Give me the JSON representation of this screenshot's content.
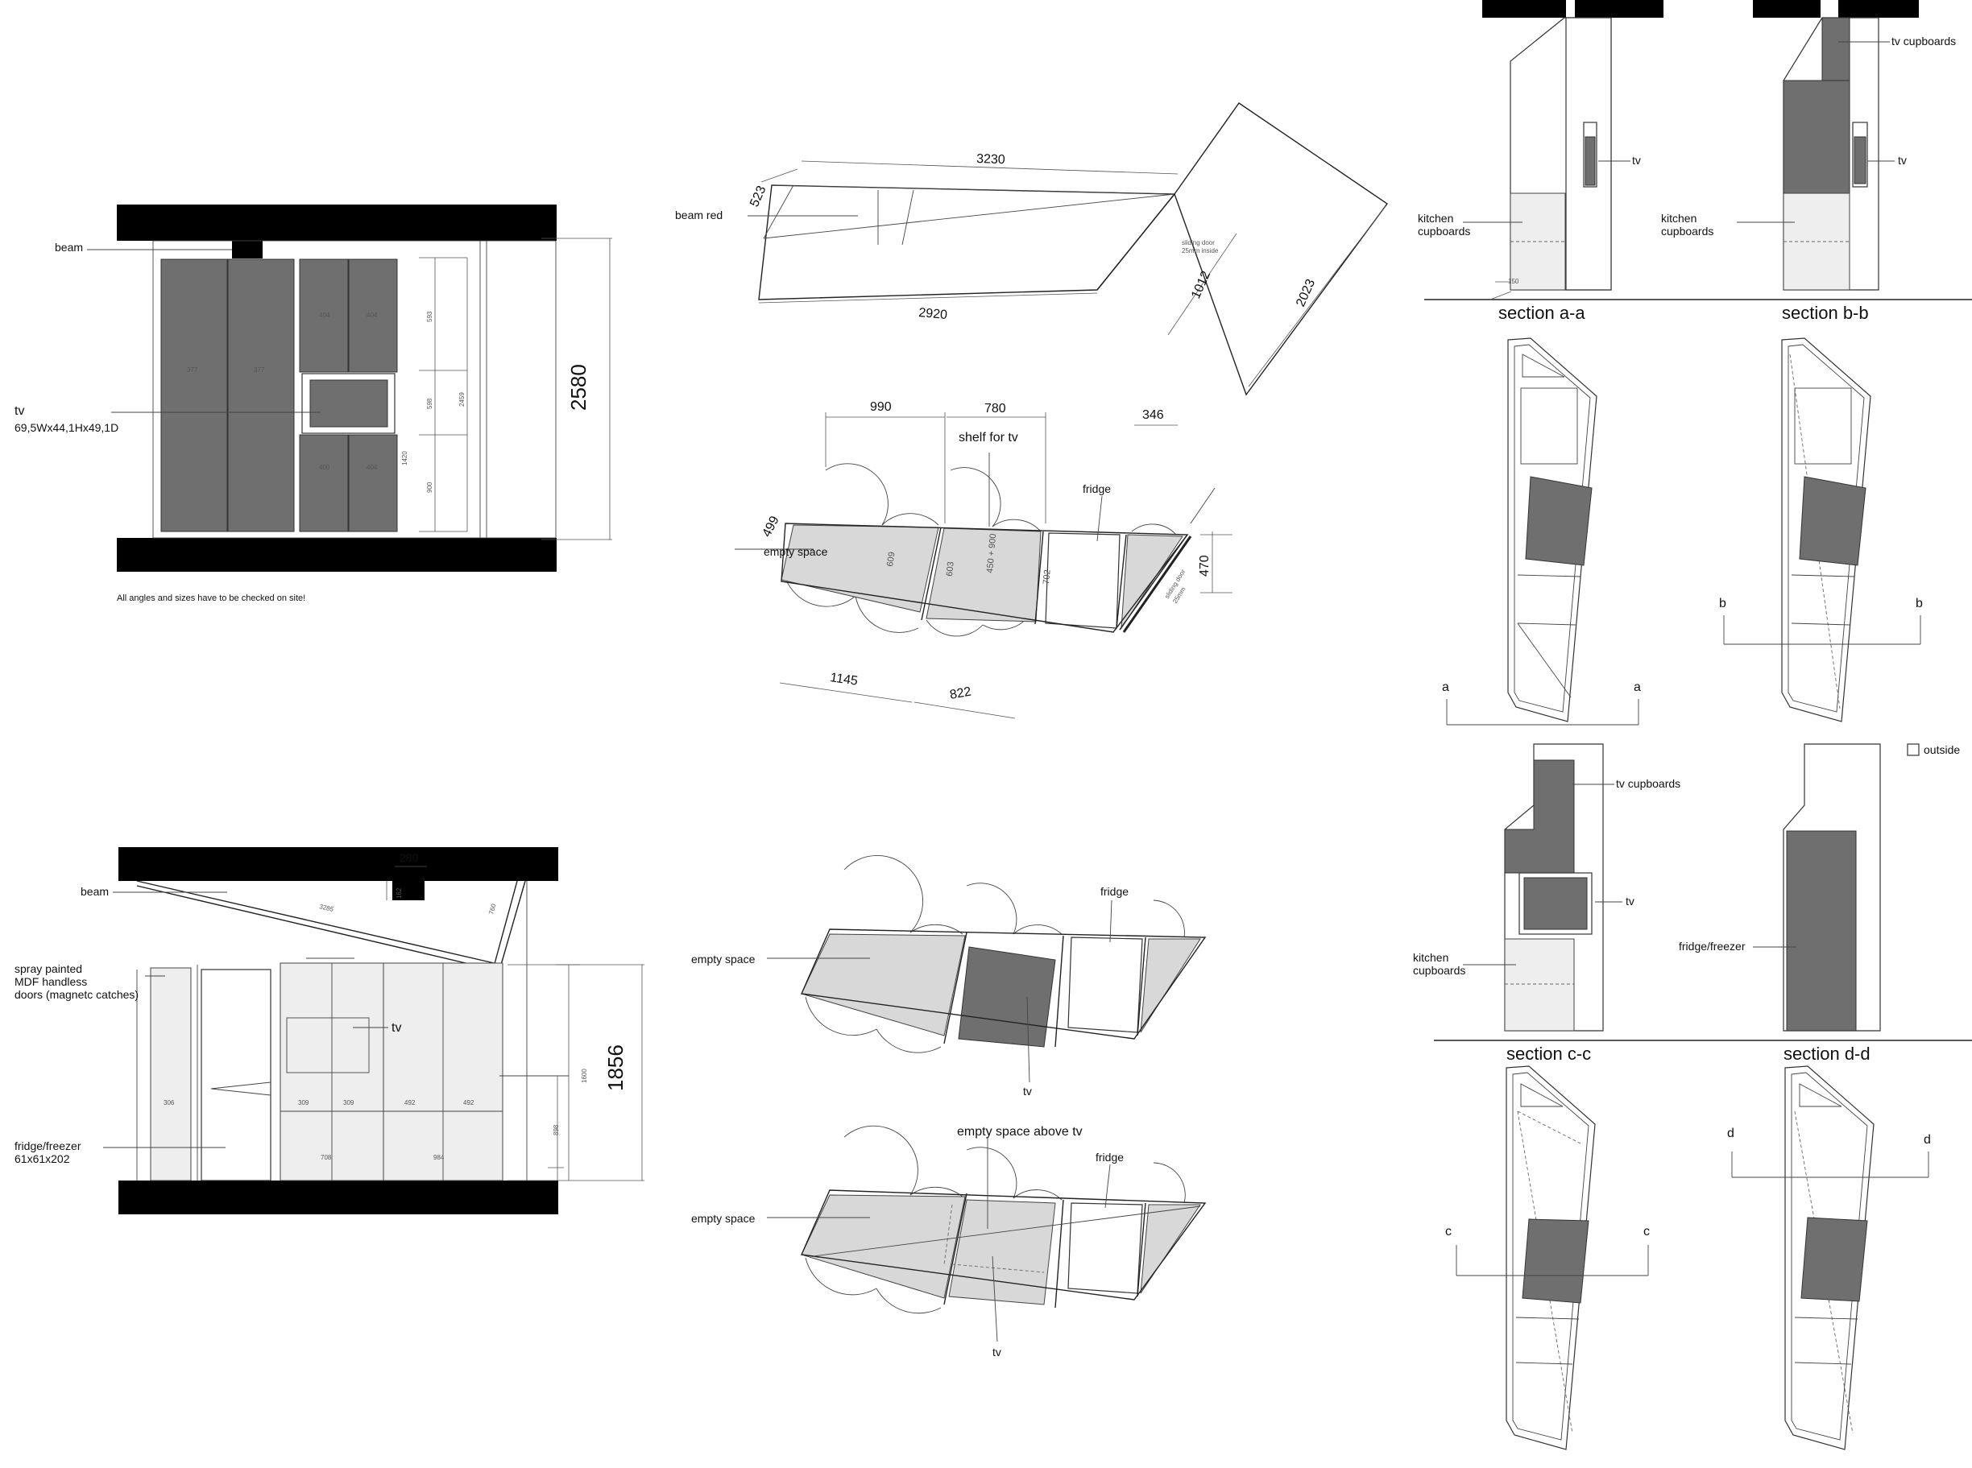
{
  "elevation_top": {
    "labels": {
      "beam": "beam",
      "tv": "tv",
      "tv_size": "69,5Wx44,1Hx49,1D"
    },
    "dims": {
      "height": "2580",
      "small_1": "377",
      "small_2": "377",
      "small_3": "404",
      "small_4": "404",
      "small_5": "593",
      "small_6": "598",
      "small_7": "2459",
      "small_8": "1420",
      "small_9": "900",
      "small_10": "400",
      "small_11": "404"
    },
    "note": "All angles and sizes have to be checked on site!"
  },
  "elevation_bottom": {
    "labels": {
      "beam": "beam",
      "spray_1": "spray painted",
      "spray_2": "MDF handless",
      "spray_3": "doors (magnetc catches)",
      "tv": "tv",
      "fridge_1": "fridge/freezer",
      "fridge_2": "61x61x202"
    },
    "dims": {
      "beam_width": "280",
      "beam_height": "162",
      "slope": "3285",
      "small_right": "760",
      "height": "1856",
      "inner_height": "1600",
      "sub_height": "898",
      "w1": "306",
      "w2": "309",
      "w3": "309",
      "w4": "492",
      "w5": "492",
      "w6": "708",
      "w7": "984"
    }
  },
  "plan_outline": {
    "labels": {
      "beam_red": "beam red",
      "sliding_door_1": "sliding door",
      "sliding_door_2": "25mm inside"
    },
    "dims": {
      "top": "3230",
      "left": "523",
      "bottom": "2920",
      "diag_short": "1012",
      "diag_long": "2023"
    }
  },
  "plan_main": {
    "labels": {
      "shelf": "shelf for tv",
      "fridge": "fridge",
      "empty": "empty space",
      "sliding_1": "sliding door",
      "sliding_2": "25mm"
    },
    "dims": {
      "top_1": "990",
      "top_2": "780",
      "top_3": "346",
      "left": "499",
      "right": "470",
      "bottom_1": "1145",
      "bottom_2": "822",
      "inner_1": "609",
      "inner_2": "603",
      "inner_3": "702",
      "inner_4": "450 + 900"
    }
  },
  "plan_tv": {
    "labels": {
      "fridge": "fridge",
      "empty": "empty space",
      "tv": "tv"
    }
  },
  "plan_above": {
    "labels": {
      "above": "empty space above tv",
      "fridge": "fridge",
      "empty": "empty space",
      "tv": "tv"
    }
  },
  "sections": {
    "aa": {
      "title": "section a-a",
      "tv": "tv",
      "kitchen_1": "kitchen",
      "kitchen_2": "cupboards",
      "marker": "a",
      "small_dim": "150"
    },
    "bb": {
      "title": "section b-b",
      "tv_cup": "tv cupboards",
      "tv": "tv",
      "kitchen_1": "kitchen",
      "kitchen_2": "cupboards",
      "marker": "b"
    },
    "cc": {
      "title": "section c-c",
      "tv_cup": "tv cupboards",
      "tv": "tv",
      "kitchen_1": "kitchen",
      "kitchen_2": "cupboards",
      "marker": "c"
    },
    "dd": {
      "title": "section d-d",
      "fridge": "fridge/freezer",
      "marker": "d"
    },
    "legend": "outside"
  },
  "colors": {
    "dark_fill": "#6f6f6f",
    "mid_fill": "#9a9a9a",
    "light_fill": "#d8d8d8",
    "wall": "#000000"
  }
}
